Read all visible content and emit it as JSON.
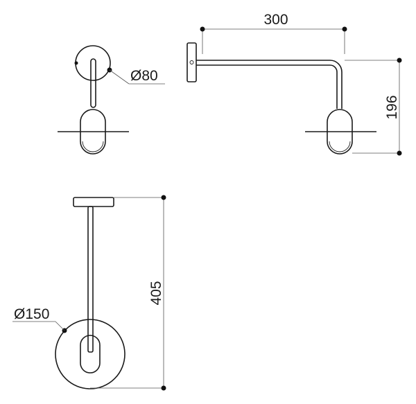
{
  "colors": {
    "line": "#1a1a1a",
    "background": "#ffffff"
  },
  "dimensions": {
    "canopy_diameter": "Ø80",
    "arm_length": "300",
    "arm_height": "196",
    "overall_height": "405",
    "disc_diameter": "Ø150"
  }
}
